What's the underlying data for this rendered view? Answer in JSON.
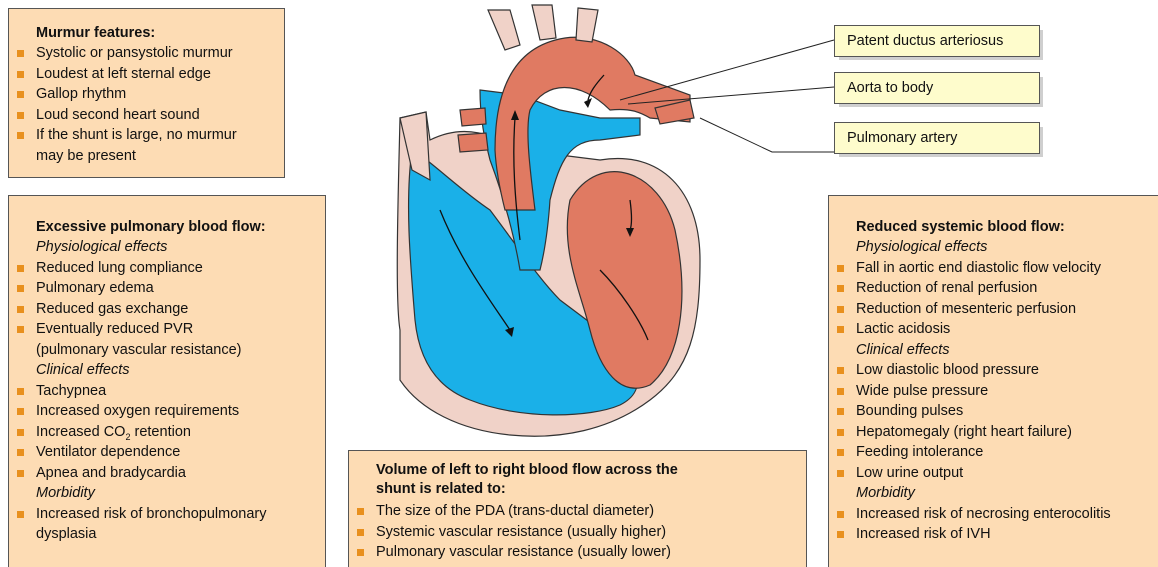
{
  "murmur": {
    "title": "Murmur features:",
    "items": [
      "Systolic or pansystolic murmur",
      "Loudest at left sternal edge",
      "Gallop rhythm",
      "Loud second heart sound",
      "If the shunt is large, no murmur",
      "may be present"
    ]
  },
  "pulmonary": {
    "title": "Excessive pulmonary blood flow:",
    "physio_label": "Physiological effects",
    "physio_items": [
      "Reduced lung compliance",
      "Pulmonary edema",
      "Reduced gas exchange",
      "Eventually reduced PVR",
      "(pulmonary vascular resistance)"
    ],
    "clinical_label": "Clinical effects",
    "clinical_items": [
      "Tachypnea",
      "Increased oxygen requirements",
      "Increased CO",
      "2",
      "retention",
      "Ventilator dependence",
      "Apnea and bradycardia"
    ],
    "morbidity_label": "Morbidity",
    "morbidity_items": [
      "Increased risk of bronchopulmonary",
      "dysplasia"
    ]
  },
  "volume": {
    "title_line1": "Volume of left to right blood flow across the",
    "title_line2": "shunt is related to:",
    "items": [
      "The size of the PDA (trans-ductal diameter)",
      "Systemic vascular resistance (usually higher)",
      "Pulmonary vascular resistance (usually lower)"
    ]
  },
  "systemic": {
    "title": "Reduced systemic blood flow:",
    "physio_label": "Physiological effects",
    "physio_items": [
      "Fall in aortic end diastolic flow velocity",
      "Reduction of renal perfusion",
      "Reduction of mesenteric perfusion",
      "Lactic acidosis"
    ],
    "clinical_label": "Clinical effects",
    "clinical_items": [
      "Low diastolic blood pressure",
      "Wide pulse pressure",
      "Bounding pulses",
      "Hepatomegaly (right heart failure)",
      "Feeding intolerance",
      "Low urine output"
    ],
    "morbidity_label": "Morbidity",
    "morbidity_items": [
      "Increased risk of necrosing enterocolitis",
      "Increased risk of IVH"
    ]
  },
  "labels": {
    "pda": "Patent ductus arteriosus",
    "aorta": "Aorta to body",
    "pulmonary_artery": "Pulmonary artery"
  },
  "colors": {
    "box_fill": "#fddcb4",
    "bullet": "#e8901e",
    "label_fill": "#fefccc",
    "oxygenated": "#e07a62",
    "deoxygenated": "#1ab0e8",
    "heart_wall": "#f0d2c8"
  }
}
